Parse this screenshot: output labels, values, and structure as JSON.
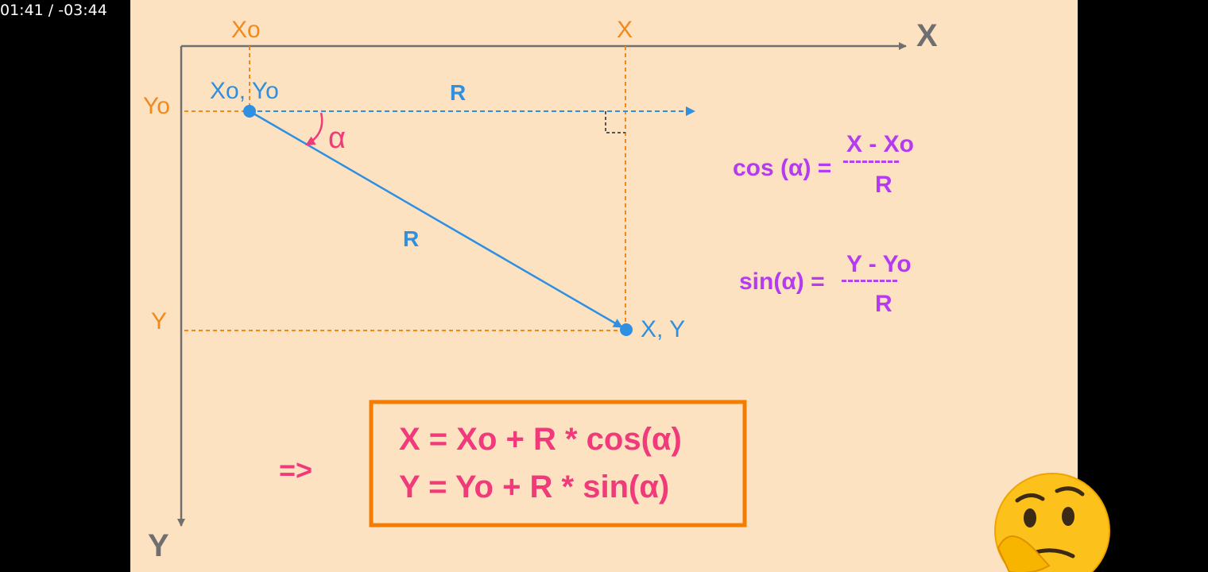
{
  "player": {
    "time": "01:41 / -03:44"
  },
  "axes": {
    "x_label": "X",
    "y_label": "Y"
  },
  "guides": {
    "xo": "Xo",
    "x": "X",
    "yo": "Yo",
    "y": "Y"
  },
  "points": {
    "start": "Xo, Yo",
    "end": "X, Y"
  },
  "labels": {
    "r_horizontal": "R",
    "r_diagonal": "R",
    "alpha": "α"
  },
  "formulas": {
    "cos_lhs": "cos (α) =",
    "cos_num": "X - Xo",
    "cos_bar": "---------",
    "cos_den": "R",
    "sin_lhs": "sin(α) =",
    "sin_num": "Y - Yo",
    "sin_bar": "---------",
    "sin_den": "R"
  },
  "result": {
    "arrow": "=>",
    "line1": "X = Xo + R * cos(α)",
    "line2": "Y = Yo + R * sin(α)"
  },
  "colors": {
    "background": "#fde2c2",
    "orange": "#f08a1c",
    "blue": "#2f8fe0",
    "purple": "#b53bf0",
    "pink": "#f03a7a"
  },
  "emoji": "thinking-face"
}
